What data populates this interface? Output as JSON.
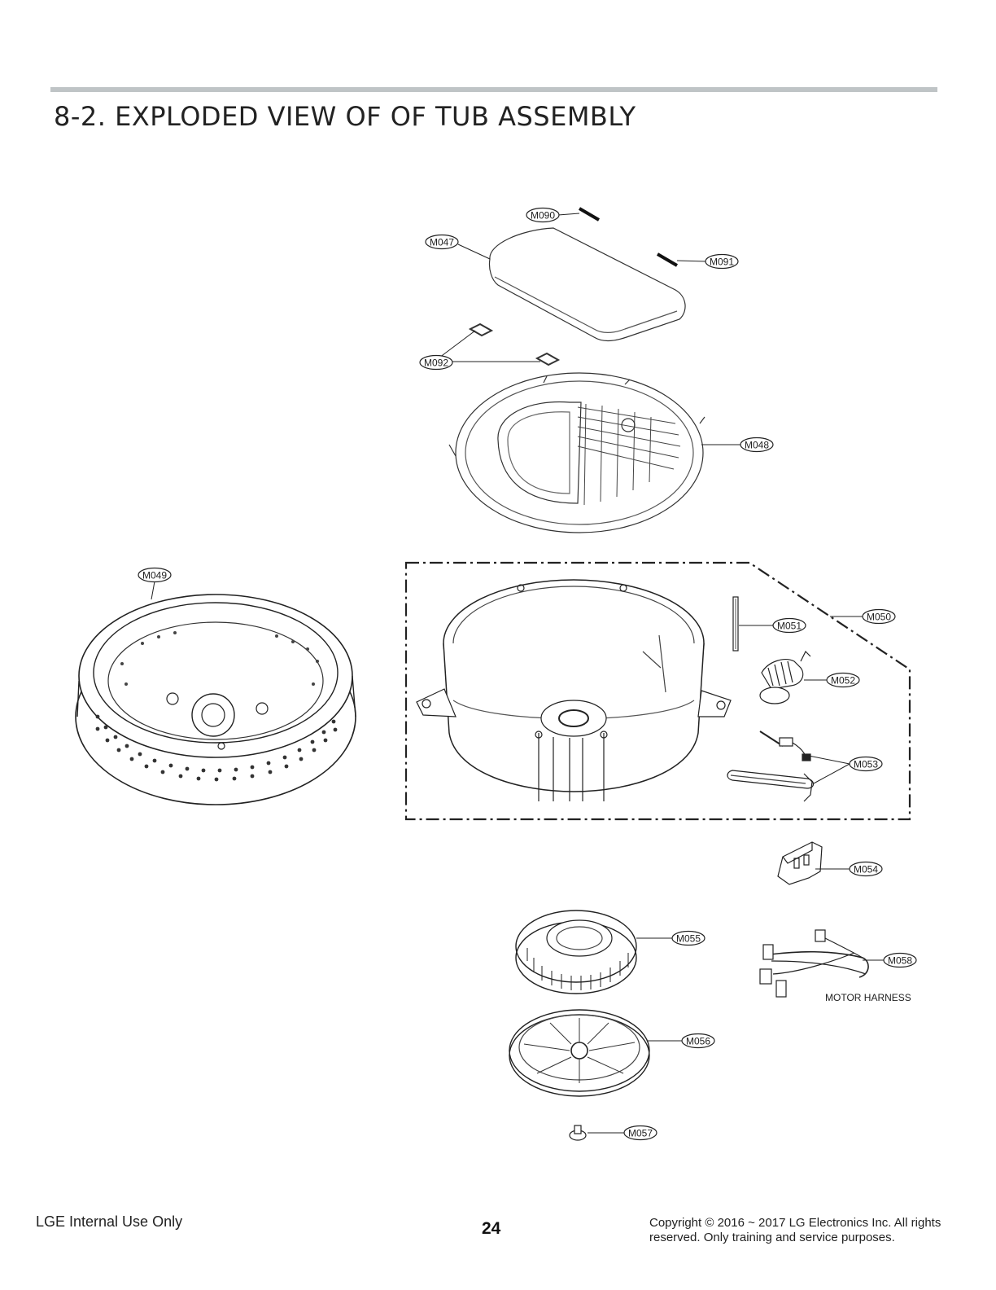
{
  "page": {
    "title": "8-2. EXPLODED VIEW OF OF TUB ASSEMBLY"
  },
  "callouts": {
    "M090": "M090",
    "M047": "M047",
    "M091": "M091",
    "M092": "M092",
    "M048": "M048",
    "M049": "M049",
    "M050": "M050",
    "M051": "M051",
    "M052": "M052",
    "M053": "M053",
    "M054": "M054",
    "M055": "M055",
    "M058": "M058",
    "M056": "M056",
    "M057": "M057"
  },
  "annotations": {
    "motor_harness": "MOTOR HARNESS"
  },
  "footer": {
    "internal": "LGE Internal Use Only",
    "page_number": "24",
    "copyright_line1": "Copyright © 2016 ~ 2017 LG Electronics Inc. All rights",
    "copyright_line2": "reserved. Only training and service purposes."
  }
}
